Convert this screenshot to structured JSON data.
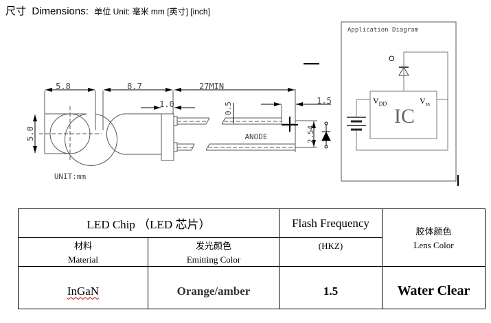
{
  "header": {
    "title_cn": "尺寸",
    "title_en": "Dimensions:",
    "unit_note": "单位 Unit: 毫米 mm [英寸] [inch]"
  },
  "drawing": {
    "dims": {
      "width_top": "5.8",
      "height_side": "5.0",
      "body_length": "8.7",
      "flange": "1.0",
      "lead_length": "27MIN",
      "lead_thickness": "0.5",
      "lead_offset": "1.5",
      "pitch": "2.54"
    },
    "anode_label": "ANODE",
    "unit_label": "UNIT:mm"
  },
  "application": {
    "title": "Application Diagram",
    "output_label": "O",
    "ic_label": "IC",
    "vdd": "V",
    "vdd_sub": "DD",
    "vss": "V",
    "vss_sub": "ss"
  },
  "table": {
    "chip_header": "LED Chip （LED 芯片）",
    "flash_header": "Flash Frequency",
    "lens_cn": "胶体颜色",
    "lens_en": "Lens Color",
    "material_cn": "材料",
    "material_en": "Material",
    "emit_cn": "发光颜色",
    "emit_en": "Emitting Color",
    "flash_unit": "(HKZ)",
    "values": {
      "material": "InGaN",
      "emitting_color": "Orange/amber",
      "flash_frequency": "1.5",
      "lens_color": "Water Clear"
    }
  }
}
